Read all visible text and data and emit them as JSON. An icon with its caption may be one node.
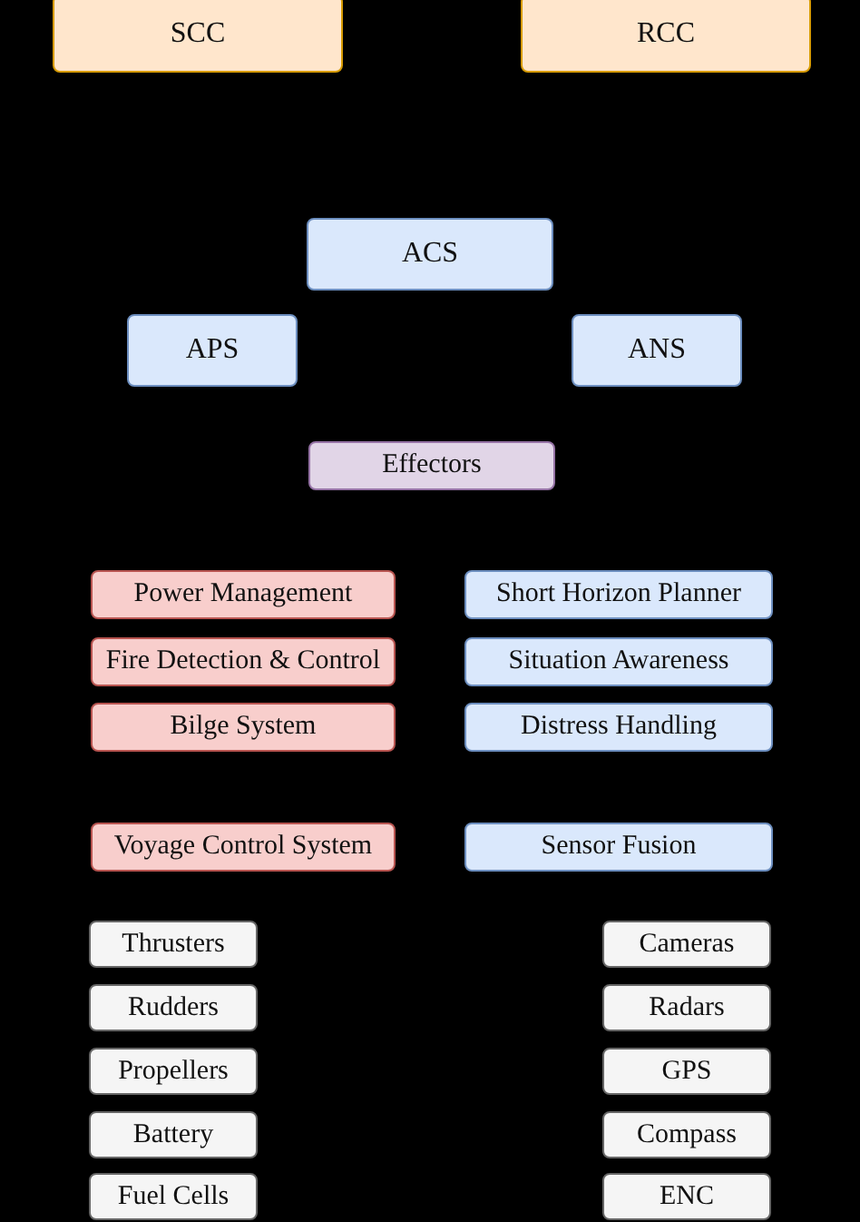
{
  "diagram": {
    "nodes": [
      {
        "text": [
          "SCC"
        ]
      },
      {
        "text": [
          "RCC"
        ]
      },
      {
        "text": [
          "ACS"
        ]
      },
      {
        "text": [
          "APS"
        ]
      },
      {
        "text": [
          "ANS"
        ]
      },
      {
        "text": [
          "Effectors"
        ]
      },
      {
        "text": [
          "Power Management"
        ]
      },
      {
        "text": [
          "Short Horizon Planner"
        ]
      },
      {
        "text": [
          "Fire Detection & Control"
        ]
      },
      {
        "text": [
          "Situation Awareness"
        ]
      },
      {
        "text": [
          "Bilge System"
        ]
      },
      {
        "text": [
          "Distress Handling"
        ]
      },
      {
        "text": [
          "Voyage Control System"
        ]
      },
      {
        "text": [
          "Sensor Fusion"
        ]
      },
      {
        "text": [
          "Thrusters"
        ]
      },
      {
        "text": [
          "Cameras"
        ]
      },
      {
        "text": [
          "Rudders"
        ]
      },
      {
        "text": [
          "Radars"
        ]
      },
      {
        "text": [
          "Propellers"
        ]
      },
      {
        "text": [
          "GPS"
        ]
      },
      {
        "text": [
          "Battery"
        ]
      },
      {
        "text": [
          "Compass"
        ]
      },
      {
        "text": [
          "Fuel Cells"
        ]
      },
      {
        "text": [
          "ENC"
        ]
      }
    ]
  }
}
